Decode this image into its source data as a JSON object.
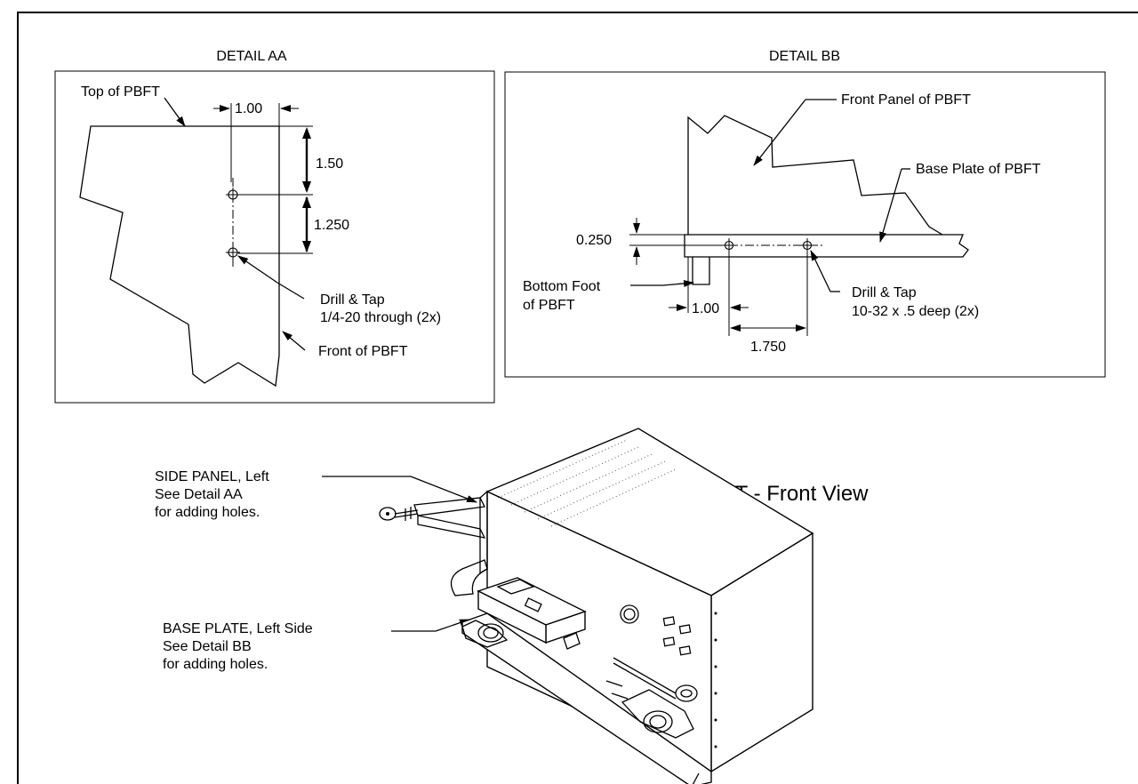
{
  "detail_aa": {
    "title": "DETAIL AA",
    "top_label": "Top of PBFT",
    "dim_horizontal": "1.00",
    "dim_upper": "1.50",
    "dim_lower": "1.250",
    "note_line1": "Drill & Tap",
    "note_line2": "1/4-20 through (2x)",
    "front_label": "Front of PBFT"
  },
  "detail_bb": {
    "title": "DETAIL BB",
    "front_panel_label": "Front Panel of PBFT",
    "base_plate_label": "Base Plate of PBFT",
    "dim_thickness": "0.250",
    "foot_line1": "Bottom Foot",
    "foot_line2": "of PBFT",
    "dim_offset": "1.00",
    "dim_spacing": "1.750",
    "note_line1": "Drill & Tap",
    "note_line2": "10-32 x .5 deep (2x)"
  },
  "main_view": {
    "title": "PBFT - Front View",
    "side_panel": {
      "line1": "SIDE PANEL, Left",
      "line2": "See Detail AA",
      "line3": "for adding holes."
    },
    "base_plate": {
      "line1": "BASE PLATE, Left Side",
      "line2": "See Detail BB",
      "line3": "for adding holes."
    }
  }
}
